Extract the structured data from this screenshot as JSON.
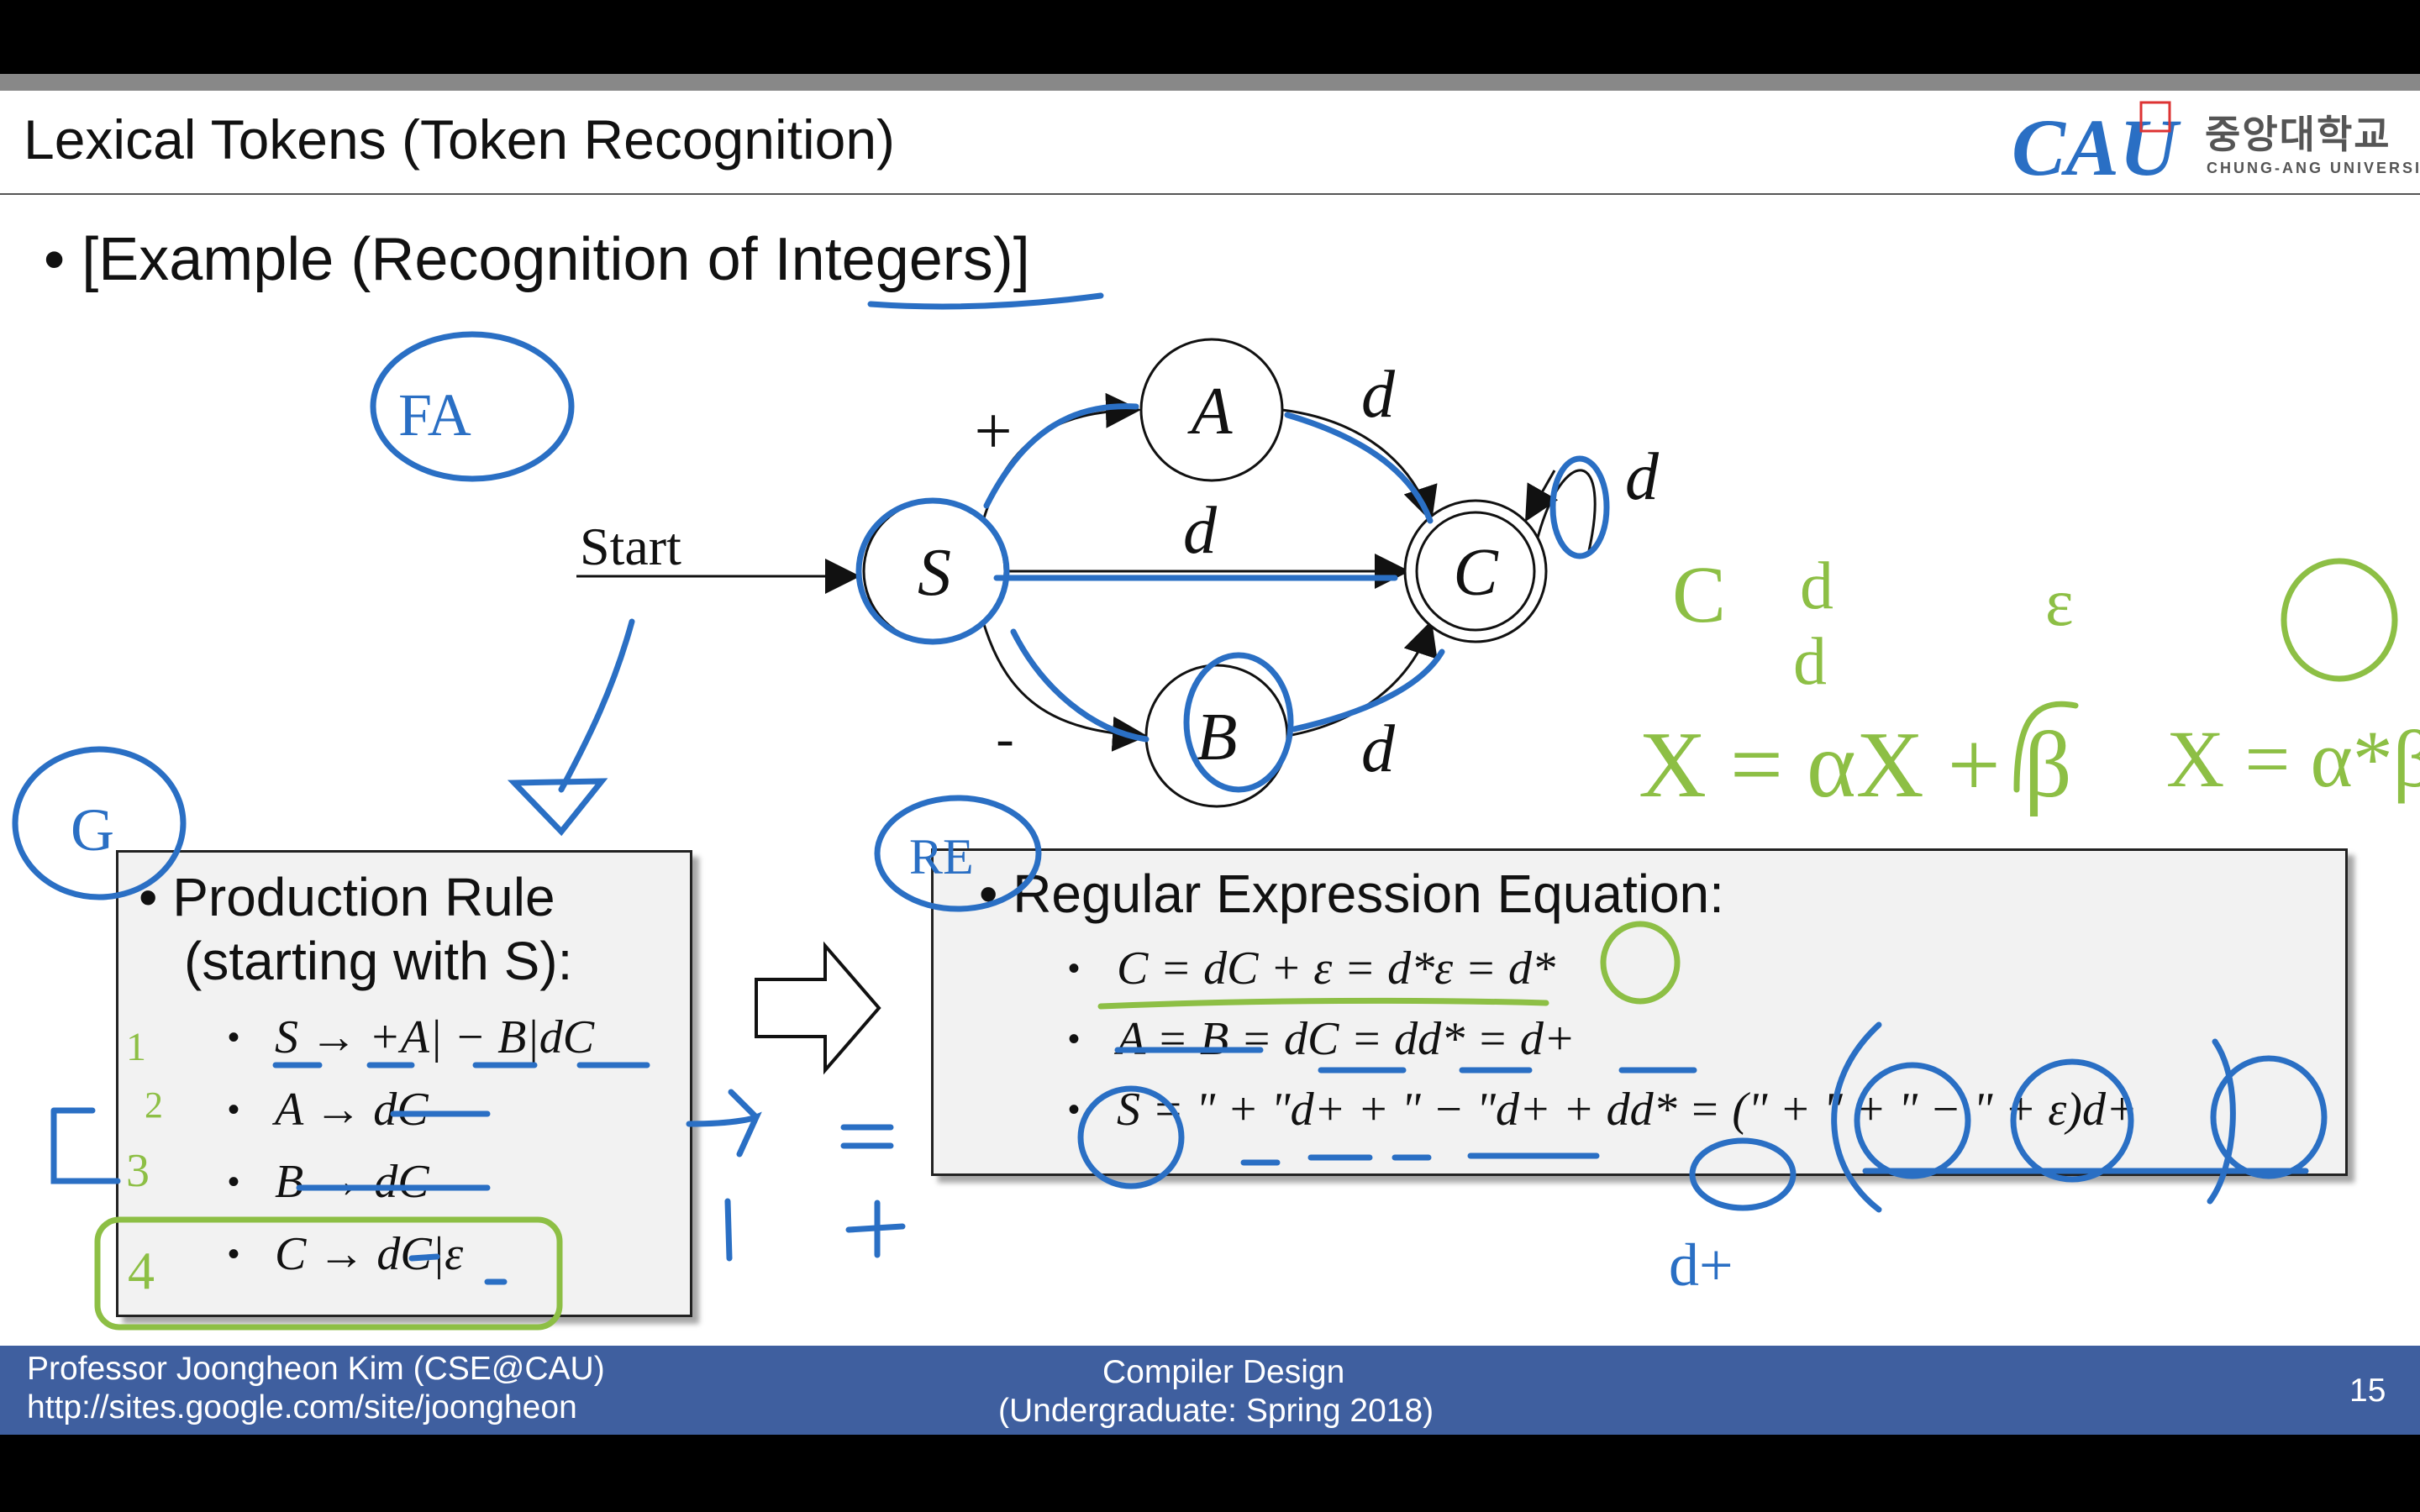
{
  "slide": {
    "title": "Lexical Tokens (Token Recognition)",
    "bullet": "• [Example (Recognition of Integers)]"
  },
  "logo": {
    "mark": "CAU",
    "korean": "중앙대학교",
    "english": "CHUNG-ANG UNIVERSITY"
  },
  "automaton": {
    "start_label": "Start",
    "states": [
      "S",
      "A",
      "B",
      "C"
    ],
    "edge_labels": [
      "+",
      "-",
      "d",
      "d",
      "d",
      "d"
    ]
  },
  "production_box": {
    "heading_1": "• Production Rule",
    "heading_2": "(starting with S):",
    "rules": [
      "S → +A| − B|dC",
      "A → dC",
      "B → dC",
      "C → dC|ε"
    ]
  },
  "re_box": {
    "heading": "• Regular Expression Equation:",
    "equations": [
      "C = dC + ε = d*ε = d*",
      "A = B = dC = dd* = d+",
      "S = \" + \"d+ + \" − \"d+ + dd* = (\" + \" + \" − \" + ε)d+"
    ]
  },
  "footer": {
    "author": "Professor Joongheon Kim (CSE@CAU)",
    "url": "http://sites.google.com/site/joongheon",
    "course": "Compiler Design",
    "term": "(Undergraduate: Spring 2018)",
    "page": "15"
  },
  "annotations": {
    "fa": "FA",
    "g": "G",
    "re": "RE",
    "rule_numbers": [
      "1",
      "2",
      "3",
      "4"
    ],
    "arden": "X = αX + β",
    "arden_result": "X = α*β",
    "green_terms": [
      "C",
      "d",
      "d",
      "ε"
    ],
    "dplus": "d+"
  },
  "colors": {
    "ink_blue": "#2a6fc4",
    "ink_green": "#8dbf45",
    "footer_bg": "#3f5f9f"
  }
}
